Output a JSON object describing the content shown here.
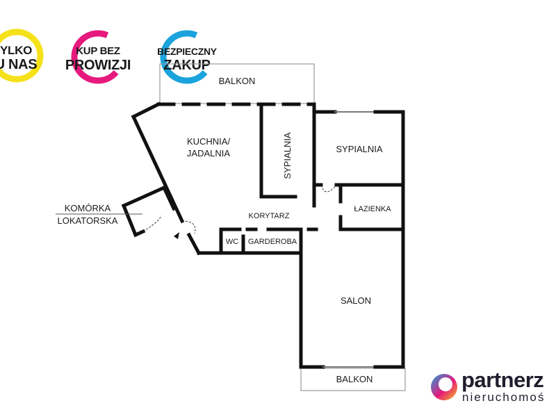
{
  "badges": [
    {
      "line1": "YLKO",
      "line2": "U NAS",
      "color": "#f5e11a"
    },
    {
      "line1": "KUP BEZ",
      "line2": "PROWIZJI",
      "color": "#e6197d"
    },
    {
      "line1": "BEZPIECZNY",
      "line2": "ZAKUP",
      "color": "#1aa3dc"
    }
  ],
  "rooms": {
    "balkon_top": "BALKON",
    "kuchnia_line1": "KUCHNIA/",
    "kuchnia_line2": "JADALNIA",
    "sypialnia_small": "SYPIALNIA",
    "sypialnia_large": "SYPIALNIA",
    "lazienka": "ŁAZIENKA",
    "korytarz": "KORYTARZ",
    "wc": "WC",
    "garderoba": "GARDEROBA",
    "salon": "SALON",
    "balkon_bottom": "BALKON",
    "komorka_line1": "KOMÓRKA",
    "komorka_line2": "LOKATORSKA"
  },
  "brand": {
    "name": "partnerz",
    "tagline": "nieruchomoś"
  }
}
